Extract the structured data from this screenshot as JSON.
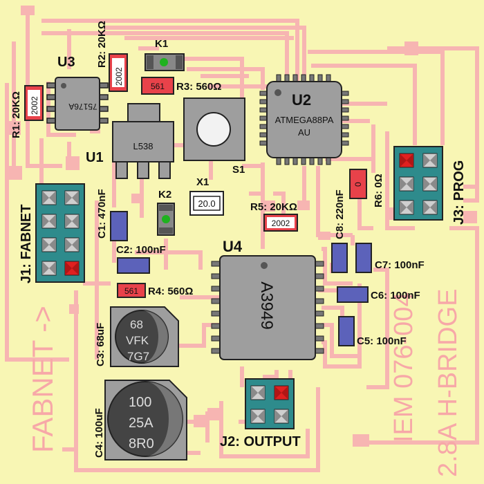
{
  "colors": {
    "board": "#f8f6b4",
    "trace": "#f7b5b2",
    "ic_body": "#9e9e9e",
    "header": "#2e8b8c",
    "resistor": "#e8424a",
    "capacitor": "#5c62ba",
    "led_green": "#1fb21f",
    "pin1": "#e02020"
  },
  "silk": {
    "fabnet_arrow": "FABNET ->",
    "board_id": "IEM 076-004",
    "board_title": "2.8A H-BRIDGE"
  },
  "designators": {
    "u1": "U1",
    "u2": "U2",
    "u3": "U3",
    "u4": "U4",
    "k1": "K1",
    "k2": "K2",
    "x1": "X1",
    "s1": "S1",
    "r1": "R1: 20KΩ",
    "r2": "R2: 20KΩ",
    "r3": "R3: 560Ω",
    "r4": "R4: 560Ω",
    "r5": "R5: 20KΩ",
    "r6": "R6: 0Ω",
    "c1": "C1: 470nF",
    "c2": "C2: 100nF",
    "c3": "C3: 68uF",
    "c4": "C4: 100uF",
    "c5": "C5: 100nF",
    "c6": "C6: 100nF",
    "c7": "C7: 100nF",
    "c8": "C8: 220nF",
    "j1": "J1: FABNET",
    "j2": "J2: OUTPUT",
    "j3": "J3: PROG"
  },
  "markings": {
    "u1": "L538",
    "u2_line1": "ATMEGA88PA",
    "u2_line2": "AU",
    "u3": "75176A",
    "u4": "A3949",
    "r1": "2002",
    "r2": "2002",
    "r3": "561",
    "r4": "561",
    "r5": "2002",
    "r6": "0",
    "x1": "20.0",
    "c3": [
      "68",
      "VFK",
      "7G7"
    ],
    "c4": [
      "100",
      "25A",
      "8R0"
    ]
  }
}
